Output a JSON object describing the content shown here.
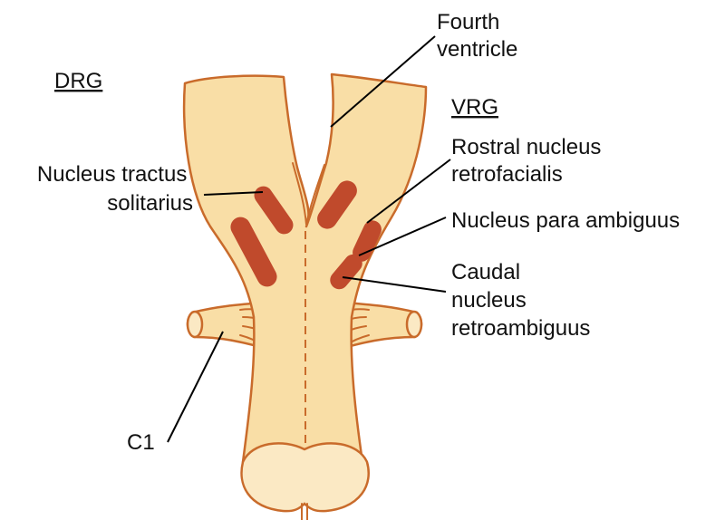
{
  "labels": {
    "drg": "DRG",
    "vrg": "VRG",
    "fourth_ventricle": [
      "Fourth",
      "ventricle"
    ],
    "nucleus_tractus_solitarius": [
      "Nucleus tractus",
      "solitarius"
    ],
    "rostral_nucleus_retrofacialis": [
      "Rostral nucleus",
      "retrofacialis"
    ],
    "nucleus_para_ambiguus": "Nucleus para ambiguus",
    "caudal_nucleus_retroambiguus": [
      "Caudal",
      "nucleus",
      "retroambiguus"
    ],
    "c1": "C1"
  },
  "colors": {
    "tissue_fill": "#f9dea6",
    "tissue_outline": "#c96b2b",
    "nucleus_fill": "#c04a2c",
    "cut_face": "#fbe9c4"
  }
}
